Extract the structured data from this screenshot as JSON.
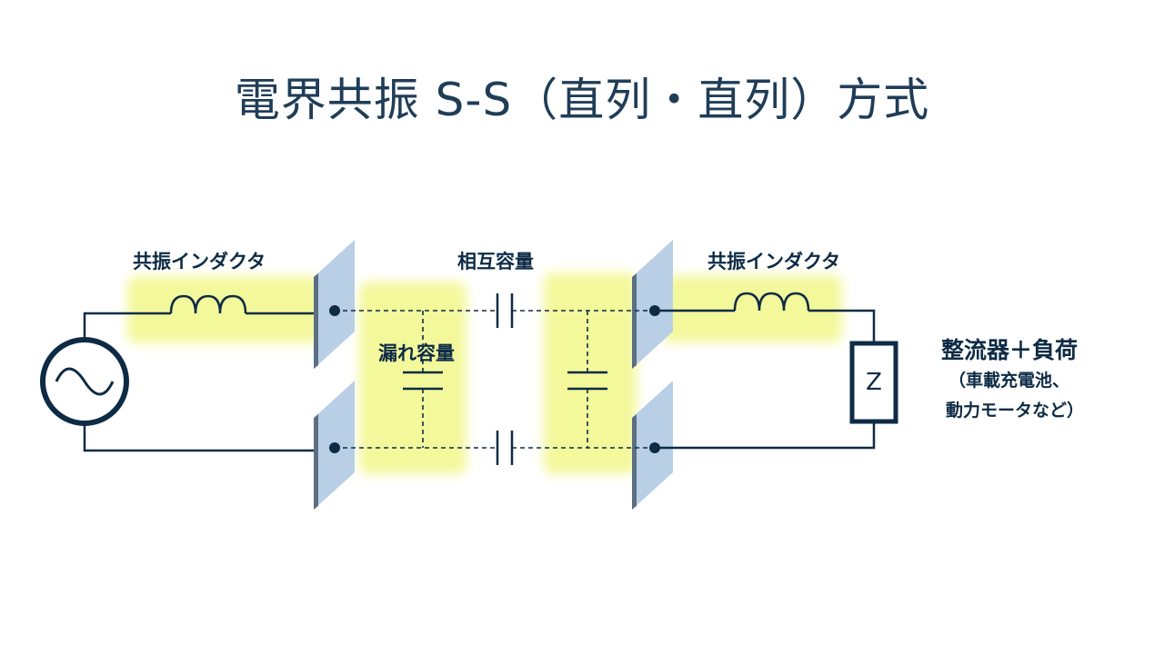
{
  "title": "電界共振 S-S（直列・直列）方式",
  "labels": {
    "inductor_left": "共振インダクタ",
    "mutual_capacitance": "相互容量",
    "inductor_right": "共振インダクタ",
    "leakage_capacitance": "漏れ容量",
    "load_title": "整流器＋負荷",
    "load_sub_line1": "（車載充電池、",
    "load_sub_line2": "動力モータなど）",
    "impedance": "Z"
  },
  "colors": {
    "title": "#1f3d57",
    "wire": "#0d2b45",
    "highlight": "#f2f78a",
    "plate_face": "#b9cfe6",
    "plate_edge": "#5c6f82"
  }
}
